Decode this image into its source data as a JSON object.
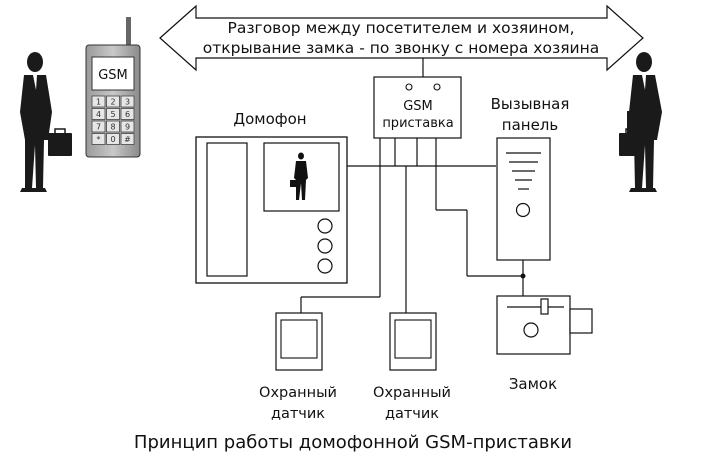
{
  "banner": {
    "line1": "Разговор между посетителем и хозяином,",
    "line2": "открывание замка - по звонку с номера хозяина"
  },
  "phone": {
    "screen_label": "GSM",
    "keys": [
      "1",
      "2",
      "3",
      "4",
      "5",
      "6",
      "7",
      "8",
      "9",
      "*",
      "0",
      "#"
    ]
  },
  "gsm_box": {
    "line1": "GSM",
    "line2": "приставка"
  },
  "intercom": {
    "label": "Домофон"
  },
  "call_panel": {
    "line1": "Вызывная",
    "line2": "панель"
  },
  "sensor1": {
    "line1": "Охранный",
    "line2": "датчик"
  },
  "sensor2": {
    "line1": "Охранный",
    "line2": "датчик"
  },
  "lock": {
    "label": "Замок"
  },
  "caption": "Принцип работы домофонной GSM-приставки"
}
